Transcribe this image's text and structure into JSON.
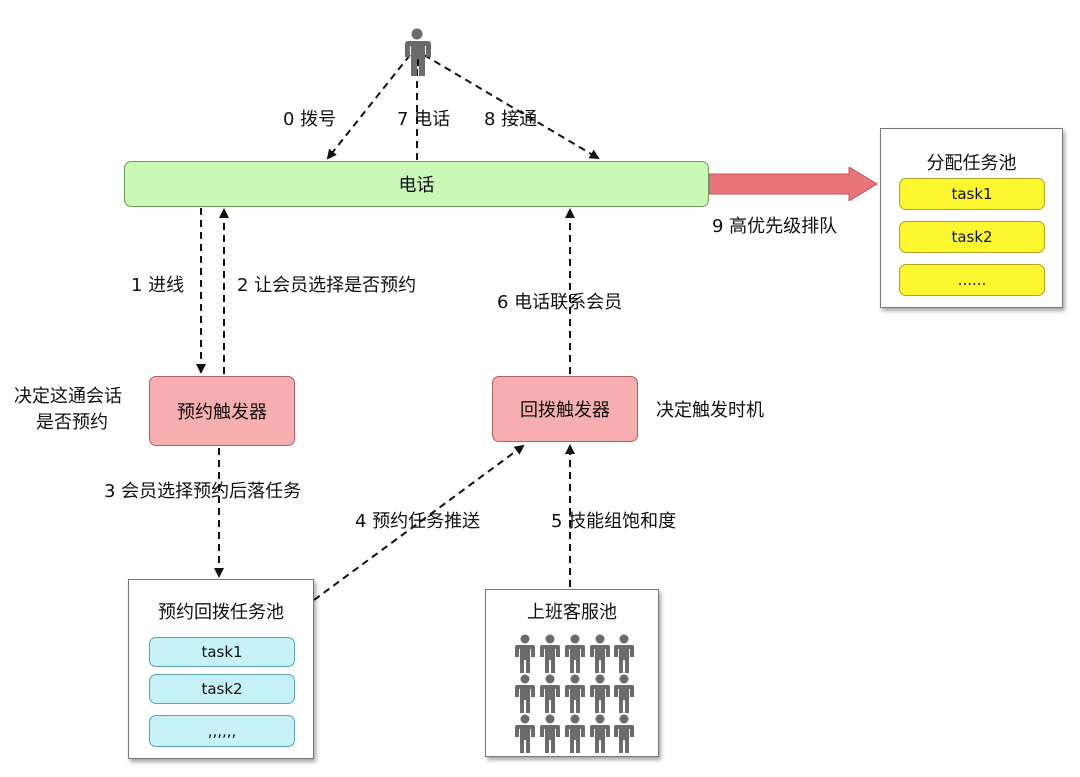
{
  "nodes": {
    "phone": "电话",
    "reservation_trigger": "预约触发器",
    "callback_trigger": "回拨触发器"
  },
  "notes": {
    "reservation_decide_line1": "决定这通会话",
    "reservation_decide_line2": "是否预约",
    "callback_decide": "决定触发时机"
  },
  "edges": {
    "e0": "0 拨号",
    "e7": "7 电话",
    "e8": "8 接通",
    "e1": "1 进线",
    "e2": "2 让会员选择是否预约",
    "e6": "6 电话联系会员",
    "e9": "9 高优先级排队",
    "e3": "3 会员选择预约后落任务",
    "e4": "4 预约任务推送",
    "e5": "5 技能组饱和度"
  },
  "assign_pool": {
    "title": "分配任务池",
    "tasks": [
      "task1",
      "task2",
      "......"
    ]
  },
  "reservation_pool": {
    "title": "预约回拨任务池",
    "tasks": [
      "task1",
      "task2",
      ",,,,,,"
    ]
  },
  "agent_pool": {
    "title": "上班客服池"
  },
  "colors": {
    "phone_fill": "#c9f7b5",
    "trigger_fill": "#f6aeb0",
    "assign_task_fill": "#fbf62d",
    "reservation_task_fill": "#c6f1f7",
    "priority_arrow": "#e8767a",
    "person": "#6b6b6b"
  },
  "icons": {
    "user": "person-icon",
    "agents": "person-icon"
  }
}
